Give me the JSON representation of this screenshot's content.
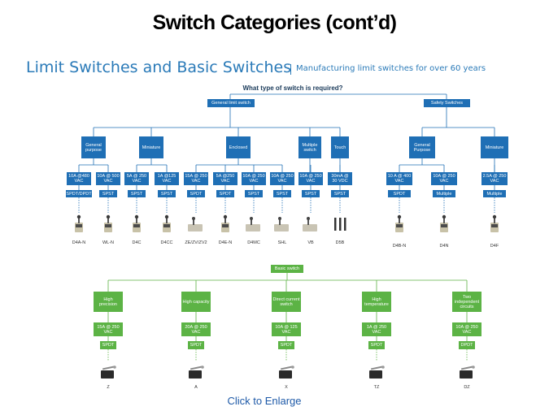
{
  "slide_title": "Switch Categories (cont’d)",
  "header": {
    "main": "Limit Switches and Basic Switches",
    "sub": "Manufacturing limit switches for over 60 years"
  },
  "question": "What type of switch is required?",
  "top_nodes": {
    "general": "General limit switch",
    "safety": "Safety Switches"
  },
  "general_categories": [
    "General purpose",
    "Miniature",
    "Enclosed",
    "Multiple switch",
    "Touch"
  ],
  "safety_categories": [
    "General Purpose",
    "Miniature"
  ],
  "limit_products": [
    {
      "rating": "10A @480 VAC",
      "contact": "SPDT/DPDT",
      "name": "D4A-N"
    },
    {
      "rating": "10A @ 500 VAC",
      "contact": "SPST",
      "name": "WL-N"
    },
    {
      "rating": "5A @ 250 VAC",
      "contact": "SPST",
      "name": "D4C"
    },
    {
      "rating": "1A @125 VAC",
      "contact": "SPST",
      "name": "D4CC"
    },
    {
      "rating": "15A @ 250 VAC",
      "contact": "SPDT",
      "name": "ZE/ZV/ZV2"
    },
    {
      "rating": "5A @250 VAC",
      "contact": "SPDT",
      "name": "D4E-N"
    },
    {
      "rating": "10A @ 250 VAC",
      "contact": "SPST",
      "name": "D4MC"
    },
    {
      "rating": "10A @ 250 VAC",
      "contact": "SPST",
      "name": "SHL"
    },
    {
      "rating": "10A @ 250 VAC",
      "contact": "SPST",
      "name": "VB"
    },
    {
      "rating": "30mA @ 30 VDC",
      "contact": "SPST",
      "name": "D5B"
    },
    {
      "rating": "10 A @ 400 VAC",
      "contact": "SPDT",
      "name": "D4B-N"
    },
    {
      "rating": "10A @ 250 VAC",
      "contact": "Multiple",
      "name": "D4N"
    },
    {
      "rating": "2.5A @ 250 VAC",
      "contact": "Multiple",
      "name": "D4F"
    }
  ],
  "basic_root": "Basic switch",
  "basic_products": [
    {
      "category": "High precision",
      "rating": "15A @ 250 VAC",
      "contact": "SPDT",
      "name": "Z"
    },
    {
      "category": "High capacity",
      "rating": "20A @ 250 VAC",
      "contact": "SPDT",
      "name": "A"
    },
    {
      "category": "Direct current switch",
      "rating": "10A @ 125 VAC",
      "contact": "SPDT",
      "name": "X"
    },
    {
      "category": "High temperature",
      "rating": "1A @ 250 VAC",
      "contact": "SPDT",
      "name": "TZ"
    },
    {
      "category": "Two independent circuits",
      "rating": "10A @ 250 VAC",
      "contact": "DPDT",
      "name": "DZ"
    }
  ],
  "colors": {
    "blue": "#1f6fb5",
    "green": "#5cb345",
    "header": "#2a7ab8",
    "link": "#1e5aa8"
  },
  "enlarge_link": "Click to Enlarge"
}
